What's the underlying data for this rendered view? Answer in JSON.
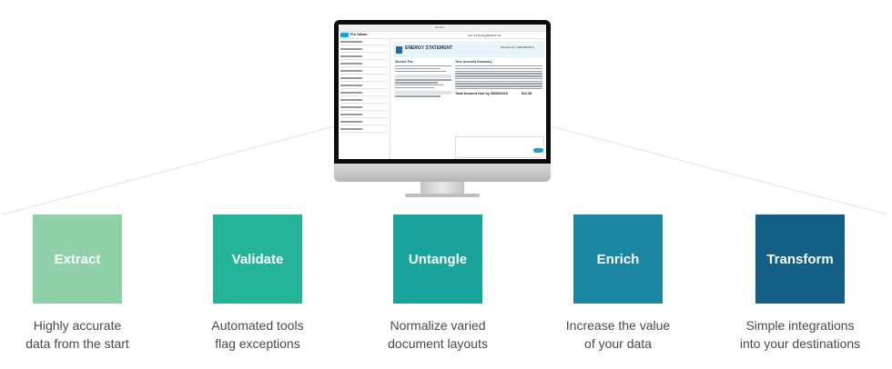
{
  "steps": [
    {
      "label": "Extract",
      "caption_line1": "Highly accurate",
      "caption_line2": "data from the start",
      "color": "#8fd0a9"
    },
    {
      "label": "Validate",
      "caption_line1": "Automated tools",
      "caption_line2": "flag exceptions",
      "color": "#26b499"
    },
    {
      "label": "Untangle",
      "caption_line1": "Normalize varied",
      "caption_line2": "document layouts",
      "color": "#1aa39b"
    },
    {
      "label": "Enrich",
      "caption_line1": "Increase the value",
      "caption_line2": "of your data",
      "color": "#1a86a1"
    },
    {
      "label": "Transform",
      "caption_line1": "Simple integrations",
      "caption_line2": "into your destinations",
      "color": "#145f85"
    }
  ],
  "screen": {
    "window_title": "Ocrolus",
    "app_name": "Pro Valiant",
    "file_name": "File: R4.EnergyBill2019.pdf",
    "doc_title": "ENERGY STATEMENT",
    "account_no": "Account No: 1234445678-4",
    "service_heading": "Service For:",
    "summary_heading": "Your Account Summary",
    "total_label": "Total Amount Due by 05/09/2019",
    "total_value": "$11.53"
  }
}
